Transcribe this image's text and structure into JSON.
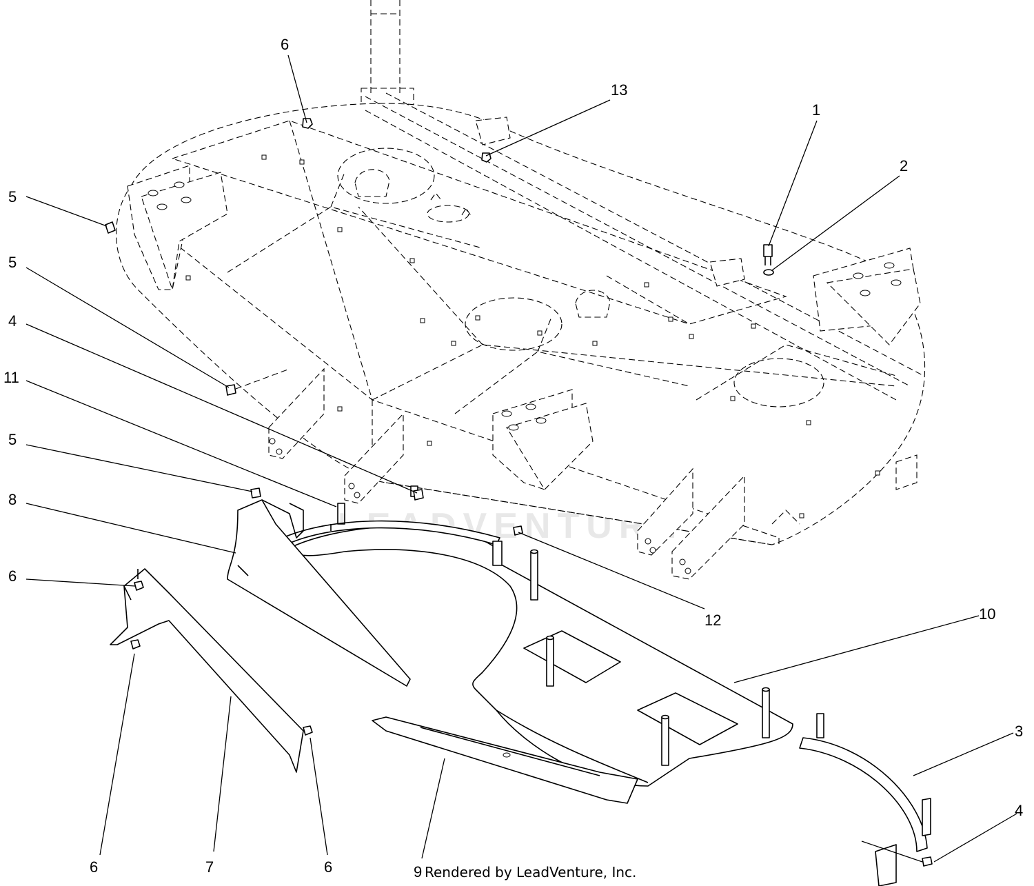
{
  "callouts": {
    "c1": "1",
    "c2": "2",
    "c3": "3",
    "c4_top": "4",
    "c4_bottom": "4",
    "c5_a": "5",
    "c5_b": "5",
    "c5_c": "5",
    "c6_top": "6",
    "c6_left": "6",
    "c6_bottom_left": "6",
    "c6_bottom_right": "6",
    "c7": "7",
    "c8": "8",
    "c9": "9",
    "c10": "10",
    "c11": "11",
    "c12": "12",
    "c13": "13"
  },
  "credit": "Rendered by LeadVenture, Inc.",
  "watermark": "LEADVENTURE"
}
